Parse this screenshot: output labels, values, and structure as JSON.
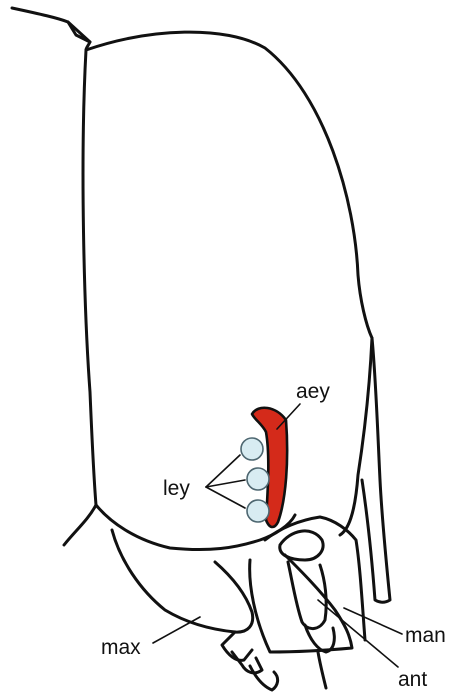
{
  "labels": {
    "aey": "aey",
    "ley": "ley",
    "max": "max",
    "man": "man",
    "ant": "ant"
  },
  "colors": {
    "outline": "#111111",
    "anterior_eye_fill": "#d42a1a",
    "lateral_eye_fill": "#d8ecf2",
    "lateral_eye_stroke": "#4d6670",
    "background": "#ffffff"
  }
}
